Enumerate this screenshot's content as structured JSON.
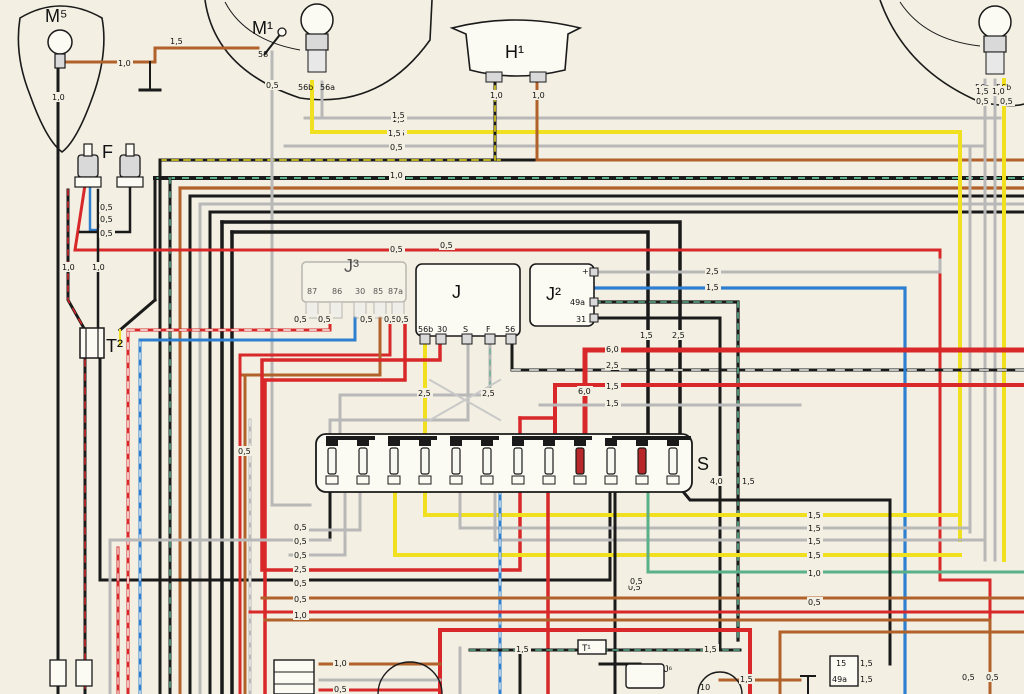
{
  "colors": {
    "black": "#1a1a1a",
    "red": "#d8282a",
    "yellow": "#f0e020",
    "brown": "#b0622a",
    "grey": "#b8b8b8",
    "blue": "#2f7fd0",
    "green": "#5ab089",
    "white": "#f8f8f2",
    "paper": "#f3efe2"
  },
  "components": {
    "m5": "M⁵",
    "m1": "M¹",
    "h1": "H¹",
    "f": "F",
    "t2": "T²",
    "j": "J",
    "j2": "J²",
    "j3": "J³",
    "s": "S",
    "t1": "T¹",
    "j6": "J⁶"
  },
  "terminals": {
    "m1_58": "58",
    "lamp_left_56b": "56b",
    "lamp_left_56a": "56a",
    "lamp_right_56a": "56a",
    "lamp_right_56b": "56b",
    "j_56b": "56b",
    "j_30": "30",
    "j_s": "S",
    "j_f": "F",
    "j_56": "56",
    "j3_87": "87",
    "j3_86": "86",
    "j3_30": "30",
    "j3_85": "85",
    "j3_87a": "87a",
    "j2_plus": "+",
    "j2_49a": "49a",
    "j2_31": "31",
    "relay_15": "15",
    "relay_49a": "49a",
    "j6_10": "10"
  },
  "wire_gauges": [
    "1,5",
    "1,0",
    "1,0",
    "0,5",
    "1,0",
    "1,0",
    "1,5",
    "1,5",
    "0,5",
    "1,0",
    "0,5",
    "0,5",
    "0,5",
    "1,0",
    "1,0",
    "0,5",
    "2,5",
    "1,5",
    "1,5",
    "2,5",
    "6,0",
    "2,5",
    "1,5",
    "6,0",
    "1,5",
    "0,5",
    "0,5",
    "0,5",
    "0,5",
    "0,5",
    "0,5",
    "2,5",
    "2,5",
    "0,5",
    "4,0",
    "1,5",
    "1,5",
    "1,5",
    "1,5",
    "1,5",
    "1,0",
    "0,5",
    "2,5",
    "0,5",
    "1,0",
    "0,5",
    "0,5",
    "0,5",
    "0,5",
    "0,5",
    "1,5",
    "1,5",
    "1,0",
    "1,5",
    "1,5",
    "1,5",
    "0,5",
    "0,5",
    "0,5",
    "0,5",
    "1,5",
    "1,0",
    "0,5",
    "0,5",
    "1,5",
    "1,5"
  ]
}
